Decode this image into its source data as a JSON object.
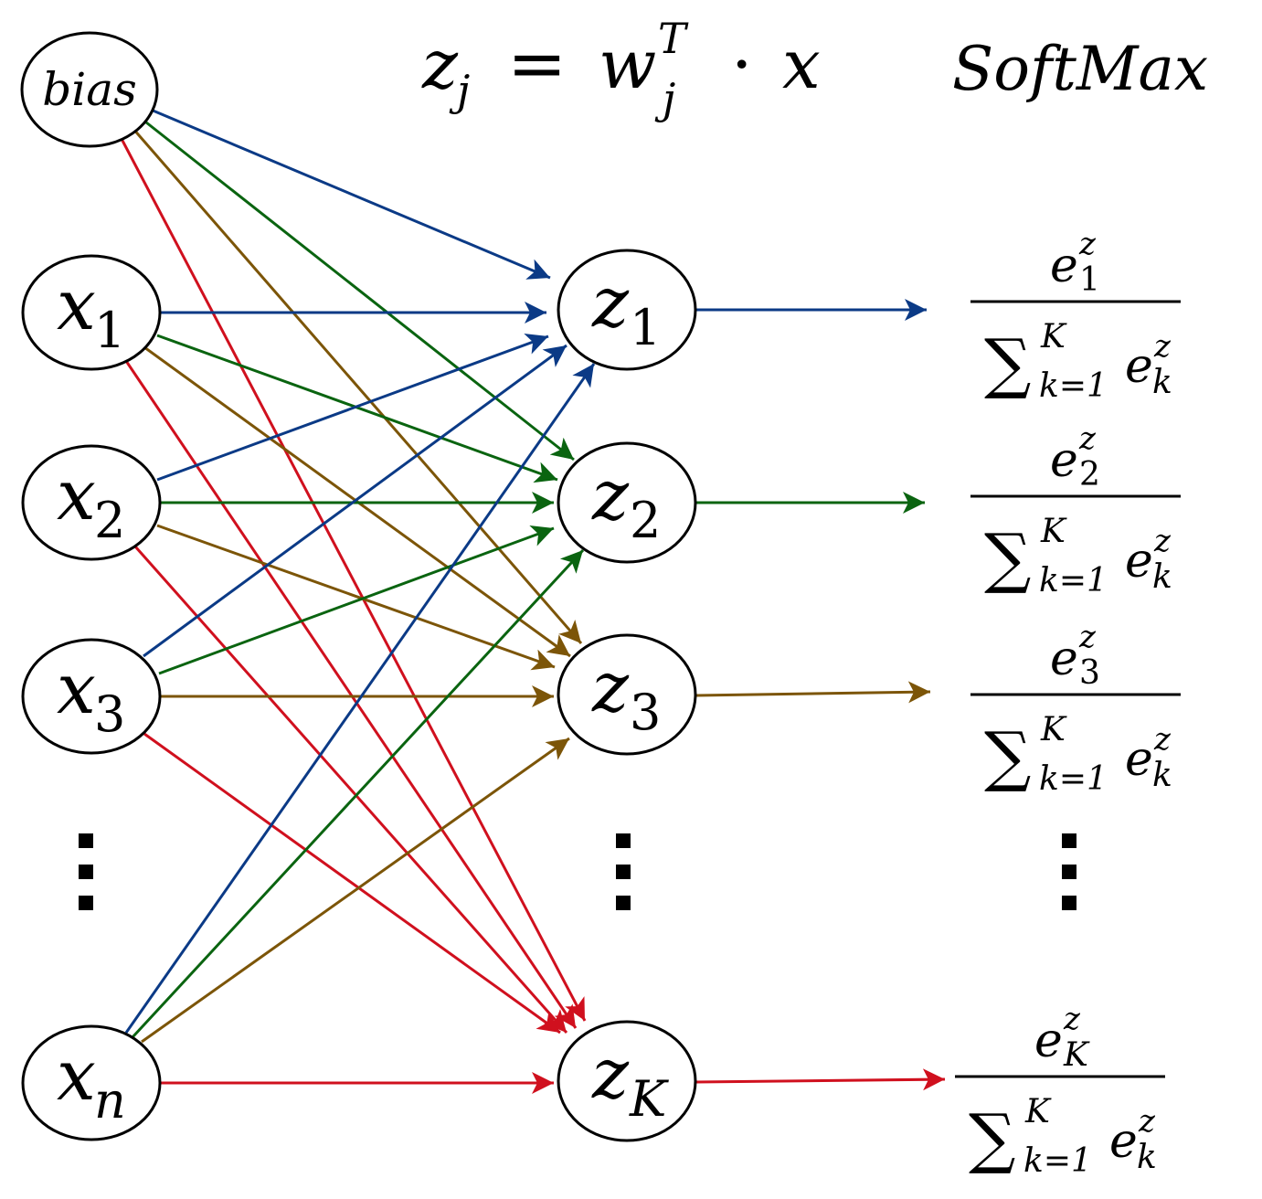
{
  "formula": {
    "lhs": "z",
    "lhs_sub": "j",
    "eq": "=",
    "w": "w",
    "w_sub": "j",
    "w_sup": "T",
    "dot": "·",
    "x": "x"
  },
  "softmax_title": "SoftMax",
  "colors": {
    "z1": "#0b3a86",
    "z2": "#0a6410",
    "z3": "#7c5508",
    "zK": "#d0101e",
    "black": "#000000"
  },
  "input_nodes": [
    {
      "id": "bias",
      "main": "bias",
      "sub": ""
    },
    {
      "id": "x1",
      "main": "x",
      "sub": "1"
    },
    {
      "id": "x2",
      "main": "x",
      "sub": "2"
    },
    {
      "id": "x3",
      "main": "x",
      "sub": "3"
    },
    {
      "id": "xn",
      "main": "x",
      "sub": "n"
    }
  ],
  "output_nodes": [
    {
      "id": "z1",
      "main": "z",
      "sub": "1"
    },
    {
      "id": "z2",
      "main": "z",
      "sub": "2"
    },
    {
      "id": "z3",
      "main": "z",
      "sub": "3"
    },
    {
      "id": "zK",
      "main": "z",
      "sub": "K"
    }
  ],
  "softmax_terms": [
    {
      "num_base": "e",
      "num_sup": "z",
      "num_sub": "1",
      "den_sum": "∑",
      "den_sup": "K",
      "den_sub": "k=1",
      "den_base": "e",
      "den_exp_sup": "z",
      "den_exp_sub": "k"
    },
    {
      "num_base": "e",
      "num_sup": "z",
      "num_sub": "2",
      "den_sum": "∑",
      "den_sup": "K",
      "den_sub": "k=1",
      "den_base": "e",
      "den_exp_sup": "z",
      "den_exp_sub": "k"
    },
    {
      "num_base": "e",
      "num_sup": "z",
      "num_sub": "3",
      "den_sum": "∑",
      "den_sup": "K",
      "den_sub": "k=1",
      "den_base": "e",
      "den_exp_sup": "z",
      "den_exp_sub": "k"
    },
    {
      "num_base": "e",
      "num_sup": "z",
      "num_sub": "K",
      "den_sum": "∑",
      "den_sup": "K",
      "den_sub": "k=1",
      "den_base": "e",
      "den_exp_sup": "z",
      "den_exp_sub": "k"
    }
  ],
  "ellipsis": "⋮"
}
